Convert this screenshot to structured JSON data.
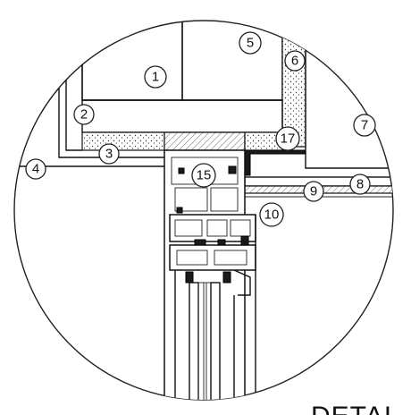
{
  "callouts": [
    {
      "id": "1",
      "label": "1"
    },
    {
      "id": "2",
      "label": "2"
    },
    {
      "id": "3",
      "label": "3"
    },
    {
      "id": "4",
      "label": "4"
    },
    {
      "id": "5",
      "label": "5"
    },
    {
      "id": "6",
      "label": "6"
    },
    {
      "id": "7",
      "label": "7"
    },
    {
      "id": "8",
      "label": "8"
    },
    {
      "id": "9",
      "label": "9"
    },
    {
      "id": "10",
      "label": "10"
    },
    {
      "id": "15",
      "label": "15"
    },
    {
      "id": "17",
      "label": "17"
    }
  ],
  "title": "DETAI"
}
